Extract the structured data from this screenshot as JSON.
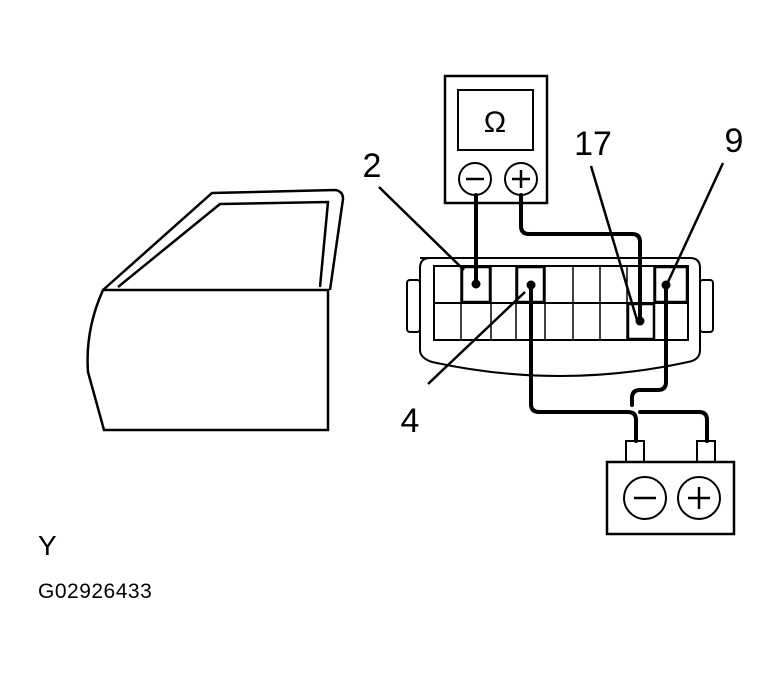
{
  "pin_labels": {
    "pin_2": "2",
    "pin_4": "4",
    "pin_17": "17",
    "pin_9": "9"
  },
  "ohmmeter": {
    "symbol": "Ω",
    "negative": "−",
    "positive": "+"
  },
  "battery": {
    "negative": "−",
    "positive": "+"
  },
  "view_label": "Y",
  "figure_id": "G02926433",
  "colors": {
    "line": "#000000",
    "background": "#ffffff"
  }
}
